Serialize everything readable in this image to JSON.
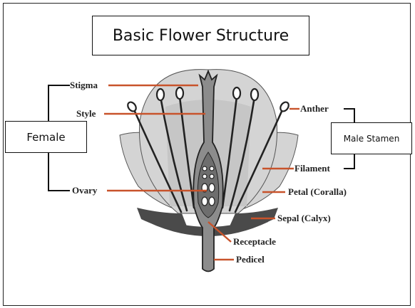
{
  "title": "Basic Flower Structure",
  "groups": {
    "female": "Female",
    "male": "Male Stamen"
  },
  "labels": {
    "stigma": "Stigma",
    "style": "Style",
    "ovary": "Ovary",
    "anther": "Anther",
    "filament": "Filament",
    "petal": "Petal (Coralla)",
    "sepal": "Sepal (Calyx)",
    "receptacle": "Receptacle",
    "pedicel": "Pedicel"
  },
  "colors": {
    "leader_line": "#c8532b",
    "petal_fill": "#d4d4d4",
    "sepal_fill": "#4a4a4a",
    "pistil_fill": "#8c8c8c",
    "ovary_fill": "#6e6e6e"
  }
}
